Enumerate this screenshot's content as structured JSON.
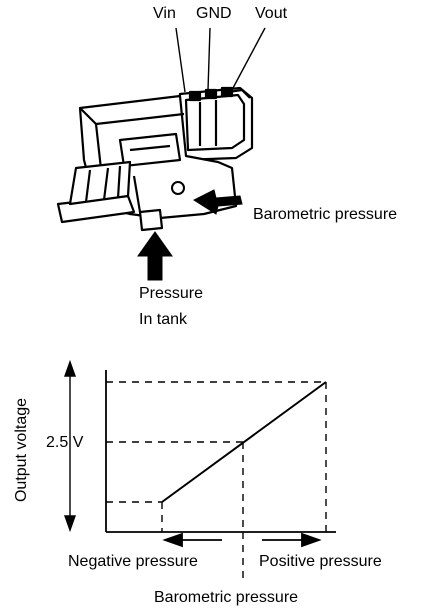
{
  "sensor": {
    "pins": {
      "vin": "Vin",
      "gnd": "GND",
      "vout": "Vout"
    },
    "barometric_label": "Barometric pressure",
    "tank_label_line1": "Pressure",
    "tank_label_line2": "In tank"
  },
  "graph": {
    "y_axis_title": "Output voltage",
    "y_tick_label": "2.5 V",
    "negative_label": "Negative pressure",
    "positive_label": "Positive pressure",
    "x_axis_title": "Barometric pressure"
  }
}
